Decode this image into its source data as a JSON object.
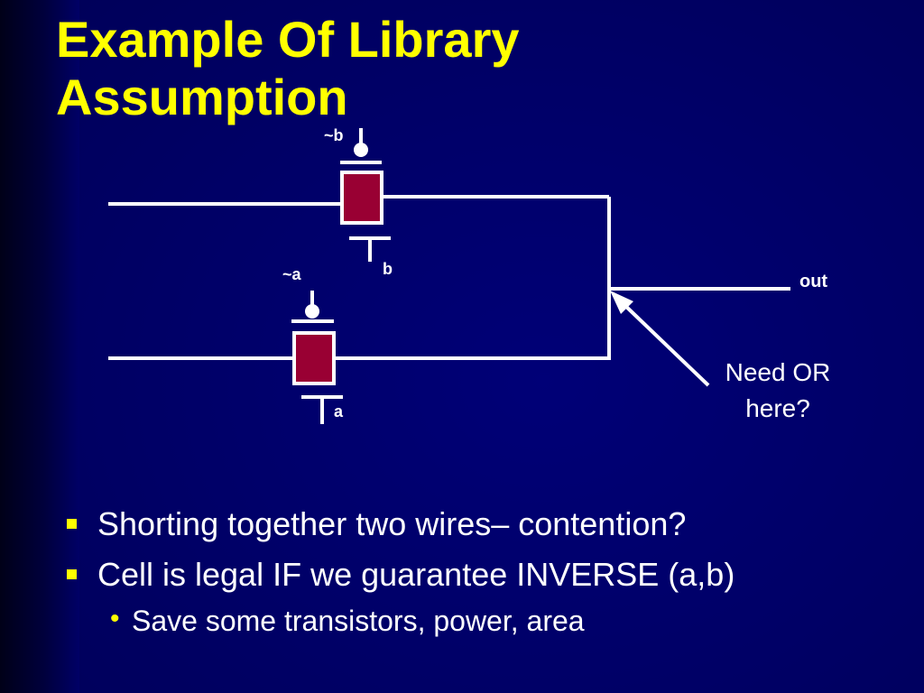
{
  "slide": {
    "title": "Example Of Library Assumption"
  },
  "diagram": {
    "gate_labels": {
      "top_transistor_gate_top": "~b",
      "top_transistor_gate_bottom": "b",
      "bottom_transistor_gate_top": "~a",
      "bottom_transistor_gate_bottom": "a"
    },
    "output_label": "out",
    "callout": {
      "line1": "Need OR",
      "line2": "here?"
    },
    "colors": {
      "wire": "#ffffff",
      "transistor_fill": "#990033",
      "gate_text": "#ffffff",
      "title": "#ffff00",
      "bullet_marker": "#ffff00",
      "background": "#000066"
    }
  },
  "bullets": [
    {
      "text": "Shorting together two wires– contention?"
    },
    {
      "text": "Cell is legal IF we guarantee INVERSE (a,b)"
    }
  ],
  "sub_bullets": [
    {
      "text": "Save some transistors, power, area"
    }
  ]
}
